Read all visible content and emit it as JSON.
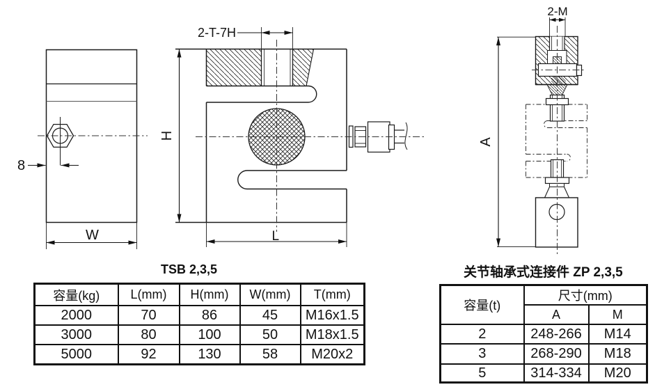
{
  "drawings": {
    "side_view": {
      "dim_offset": "8",
      "dim_width": "W"
    },
    "front_view": {
      "caption": "TSB 2,3,5",
      "dim_thread": "2-T-7H",
      "dim_height": "H",
      "dim_length": "L"
    },
    "connector_view": {
      "caption": "关节轴承式连接件 ZP 2,3,5",
      "dim_thread": "2-M",
      "dim_height": "A"
    }
  },
  "capacity_table": {
    "headers": [
      "容量(kg)",
      "L(mm)",
      "H(mm)",
      "W(mm)",
      "T(mm)"
    ],
    "rows": [
      [
        "2000",
        "70",
        "86",
        "45",
        "M16x1.5"
      ],
      [
        "3000",
        "80",
        "100",
        "50",
        "M18x1.5"
      ],
      [
        "5000",
        "92",
        "130",
        "58",
        "M20x2"
      ]
    ]
  },
  "connector_table": {
    "capacity_header": "容量(t)",
    "size_header": "尺寸(mm)",
    "sub_headers": [
      "A",
      "M"
    ],
    "rows": [
      [
        "2",
        "248-266",
        "M14"
      ],
      [
        "3",
        "268-290",
        "M18"
      ],
      [
        "5",
        "314-334",
        "M20"
      ]
    ]
  }
}
